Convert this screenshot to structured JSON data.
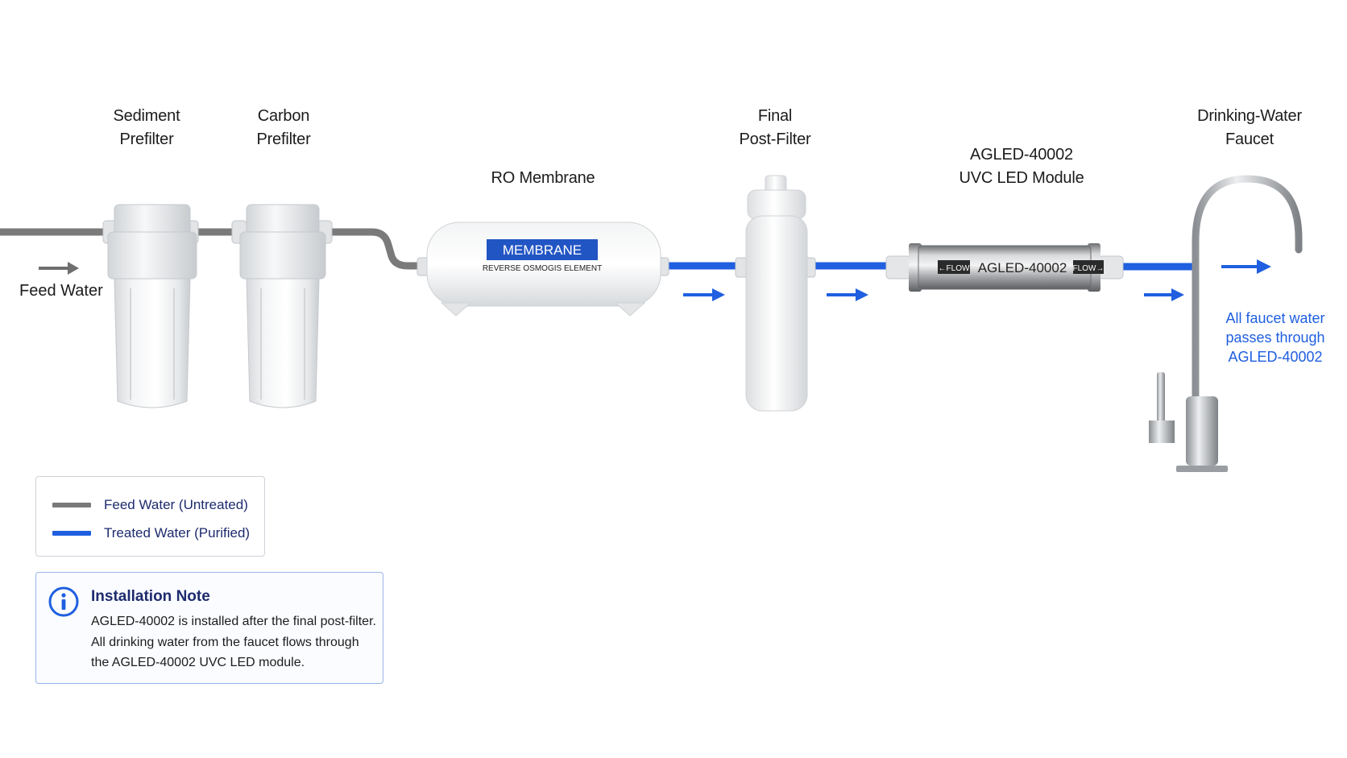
{
  "labels": {
    "sediment": [
      "Sediment",
      "Prefilter"
    ],
    "carbon": [
      "Carbon",
      "Prefilter"
    ],
    "membrane": "RO Membrane",
    "postfilter": [
      "Final",
      "Post-Filter"
    ],
    "uvc": [
      "AGLED-40002",
      "UVC LED Module"
    ],
    "faucet": [
      "Drinking-Water",
      "Faucet"
    ],
    "feed_water": "Feed Water"
  },
  "membrane_housing": {
    "badge": "MEMBRANE",
    "subtext": "REVERSE OSMOGIS ELEMENT"
  },
  "uvc_module": {
    "left_tag": "←FLOW",
    "model": "AGLED-40002",
    "right_tag": "FLOW→"
  },
  "faucet_note": [
    "All faucet water",
    "passes through",
    "AGLED-40002"
  ],
  "legend": {
    "items": [
      {
        "label": "Feed Water (Untreated)",
        "color": "#7a7a7a"
      },
      {
        "label": "Treated Water (Purified)",
        "color": "#1f5fe0"
      }
    ]
  },
  "installation_note": {
    "icon": "info-icon",
    "title": "Installation Note",
    "lines": [
      "AGLED-40002 is installed after the final post-filter.",
      "All drinking water from the faucet flows through",
      "the AGLED-40002 UVC LED module."
    ]
  },
  "colors": {
    "feed_line": "#7a7a7a",
    "treated_line": "#1f5fe0",
    "flow_arrow": "#1f5fe0",
    "feed_arrow": "#6f6f6f",
    "badge_blue": "#2255c4"
  }
}
